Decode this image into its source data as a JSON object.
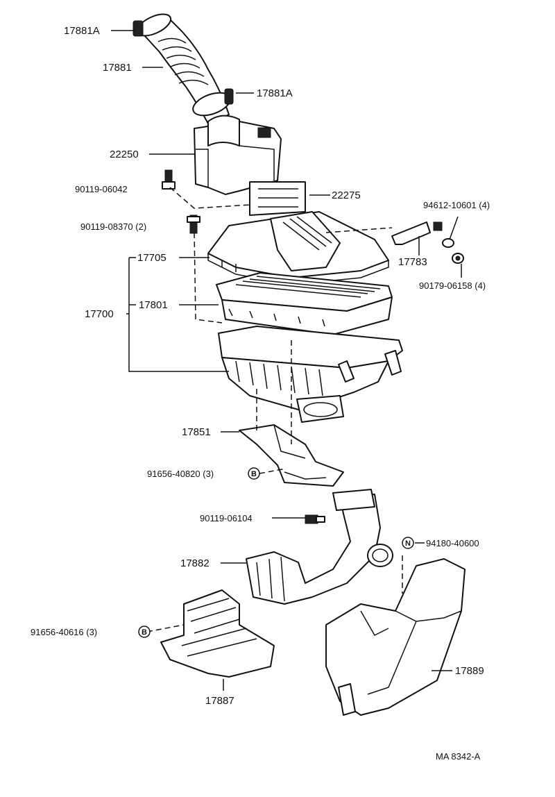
{
  "labels": {
    "p17881a_top": "17881A",
    "p17881": "17881",
    "p17881a_right": "17881A",
    "p22250": "22250",
    "p90119_06042": "90119-06042",
    "p22275": "22275",
    "p94612_10601": "94612-10601 (4)",
    "p90119_08370": "90119-08370 (2)",
    "p17705": "17705",
    "p17783": "17783",
    "p90179_06158": "90179-06158 (4)",
    "p17700": "17700",
    "p17801": "17801",
    "p17851": "17851",
    "p91656_40820": "91656-40820 (3)",
    "p90119_06104": "90119-06104",
    "p94180_40600": "94180-40600",
    "p17882": "17882",
    "p91656_40616": "91656-40616 (3)",
    "p17889": "17889",
    "p17887": "17887"
  },
  "markers": {
    "b_upper": "B",
    "n": "N",
    "b_lower": "B"
  },
  "diagram_id": "MA 8342-A"
}
